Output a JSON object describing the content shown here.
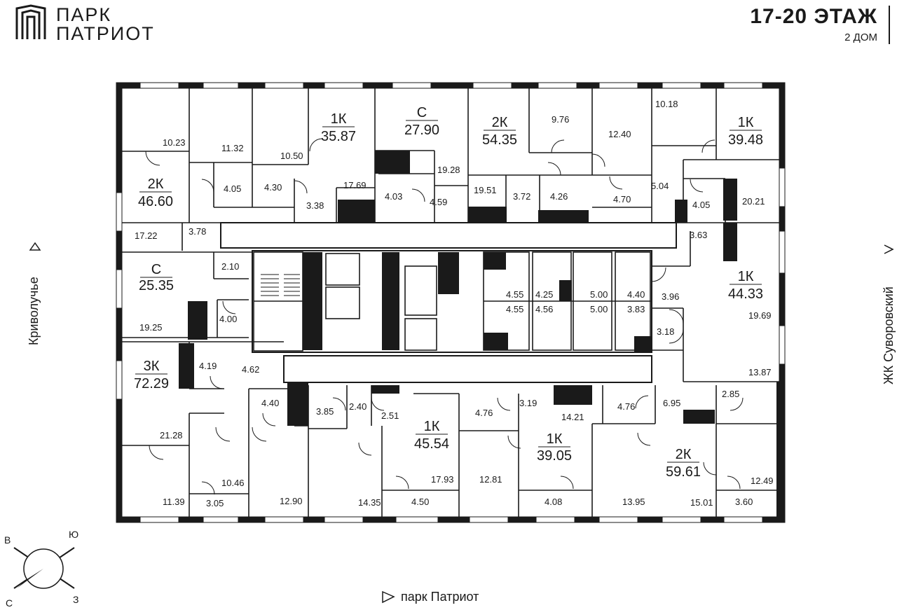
{
  "brand": {
    "line1": "ПАРК",
    "line2": "ПАТРИОТ"
  },
  "floor": {
    "title": "17-20 ЭТАЖ",
    "house": "2 ДОМ"
  },
  "streets": {
    "left": "Криволучье",
    "right": "ЖК Суворовский",
    "bottom": "парк Патриот"
  },
  "compass": {
    "north": "С",
    "south": "Ю",
    "east": "В",
    "west": "З"
  },
  "apartments": [
    {
      "code": "1К",
      "total": "35.87"
    },
    {
      "code": "С",
      "total": "27.90"
    },
    {
      "code": "2К",
      "total": "54.35"
    },
    {
      "code": "1К",
      "total": "39.48"
    },
    {
      "code": "2К",
      "total": "46.60"
    },
    {
      "code": "С",
      "total": "25.35"
    },
    {
      "code": "1К",
      "total": "44.33"
    },
    {
      "code": "3К",
      "total": "72.29"
    },
    {
      "code": "1К",
      "total": "45.54"
    },
    {
      "code": "1К",
      "total": "39.05"
    },
    {
      "code": "2К",
      "total": "59.61"
    }
  ],
  "room_areas": [
    "10.23",
    "11.32",
    "10.50",
    "17.69",
    "4.05",
    "4.30",
    "3.38",
    "19.28",
    "4.03",
    "4.59",
    "9.76",
    "12.40",
    "10.18",
    "19.51",
    "3.72",
    "4.26",
    "4.70",
    "5.04",
    "4.05",
    "20.21",
    "17.22",
    "3.78",
    "3.63",
    "2.10",
    "3.96",
    "19.69",
    "19.25",
    "4.00",
    "4.55",
    "4.25",
    "5.00",
    "4.40",
    "4.55",
    "4.56",
    "5.00",
    "3.83",
    "3.18",
    "13.87",
    "4.19",
    "4.62",
    "4.40",
    "3.85",
    "2.40",
    "2.51",
    "4.76",
    "3.19",
    "14.21",
    "4.76",
    "6.95",
    "2.85",
    "21.28",
    "17.93",
    "12.81",
    "10.46",
    "12.49",
    "11.39",
    "3.05",
    "12.90",
    "14.35",
    "4.50",
    "4.08",
    "13.95",
    "15.01",
    "3.60"
  ]
}
